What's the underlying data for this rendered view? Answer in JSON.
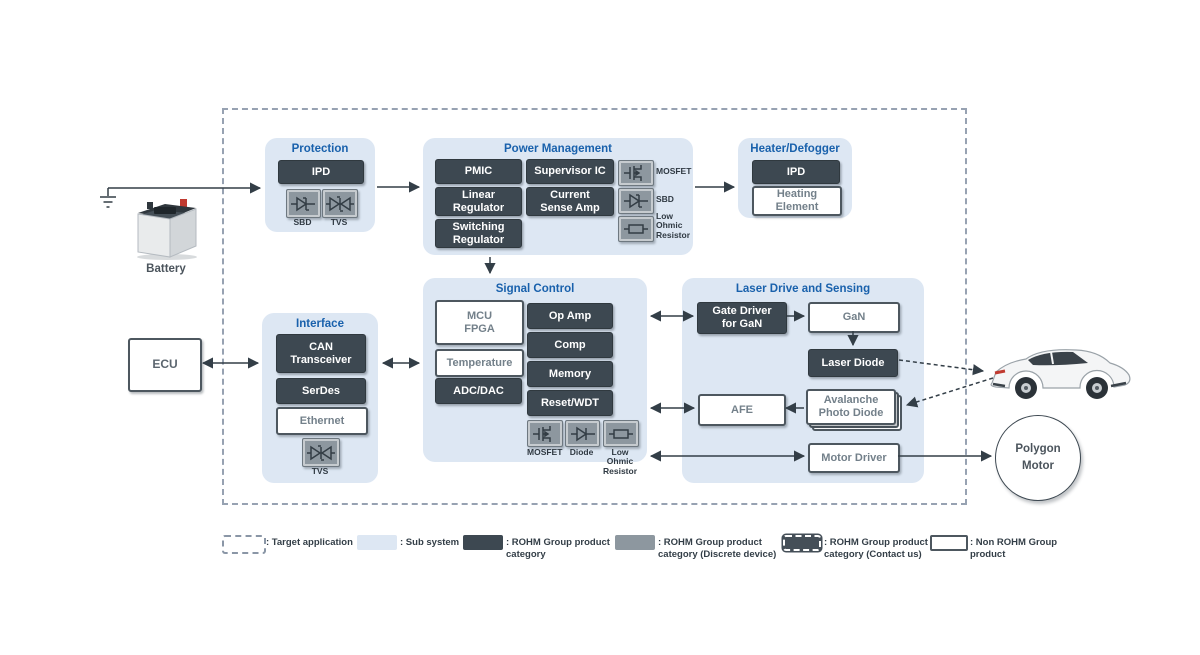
{
  "external": {
    "battery": "Battery",
    "ecu": "ECU",
    "polygon_motor": "Polygon\nMotor"
  },
  "blocks": {
    "protection": {
      "title": "Protection",
      "ipd": "IPD",
      "sbd_label": "SBD",
      "tvs_label": "TVS"
    },
    "power_management": {
      "title": "Power Management",
      "pmic": "PMIC",
      "supervisor": "Supervisor IC",
      "linear": "Linear\nRegulator",
      "current_sense": "Current\nSense Amp",
      "switching": "Switching\nRegulator",
      "mosfet_label": "MOSFET",
      "sbd_label": "SBD",
      "low_ohmic_label": "Low\nOhmic\nResistor"
    },
    "heater": {
      "title": "Heater/Defogger",
      "ipd": "IPD",
      "heating": "Heating\nElement"
    },
    "interface": {
      "title": "Interface",
      "can": "CAN\nTransceiver",
      "serdes": "SerDes",
      "ethernet": "Ethernet",
      "tvs_label": "TVS"
    },
    "signal_control": {
      "title": "Signal Control",
      "mcu": "MCU\nFPGA",
      "temperature": "Temperature",
      "adc": "ADC/DAC",
      "opamp": "Op Amp",
      "comp": "Comp",
      "memory": "Memory",
      "reset": "Reset/WDT",
      "mosfet_label": "MOSFET",
      "diode_label": "Diode",
      "low_ohmic_label": "Low\nOhmic\nResistor"
    },
    "laser": {
      "title": "Laser Drive and Sensing",
      "gate_driver": "Gate Driver\nfor GaN",
      "gan": "GaN",
      "laser_diode": "Laser Diode",
      "afe": "AFE",
      "apd": "Avalanche\nPhoto Diode",
      "motor_driver": "Motor Driver"
    }
  },
  "legend": {
    "items": [
      {
        "label": ": Target application"
      },
      {
        "label": ": Sub system"
      },
      {
        "label": ": ROHM Group product\ncategory"
      },
      {
        "label": ": ROHM Group product\ncategory (Discrete device)"
      },
      {
        "label": ": ROHM Group product\ncategory (Contact us)"
      },
      {
        "label": ": Non ROHM Group\nproduct"
      }
    ]
  },
  "colors": {
    "subsystem_bg": "#dde7f3",
    "rohm_product": "#3d4851",
    "discrete_product": "#8d979f",
    "title_blue": "#1961ac",
    "wire": "#333e47"
  }
}
